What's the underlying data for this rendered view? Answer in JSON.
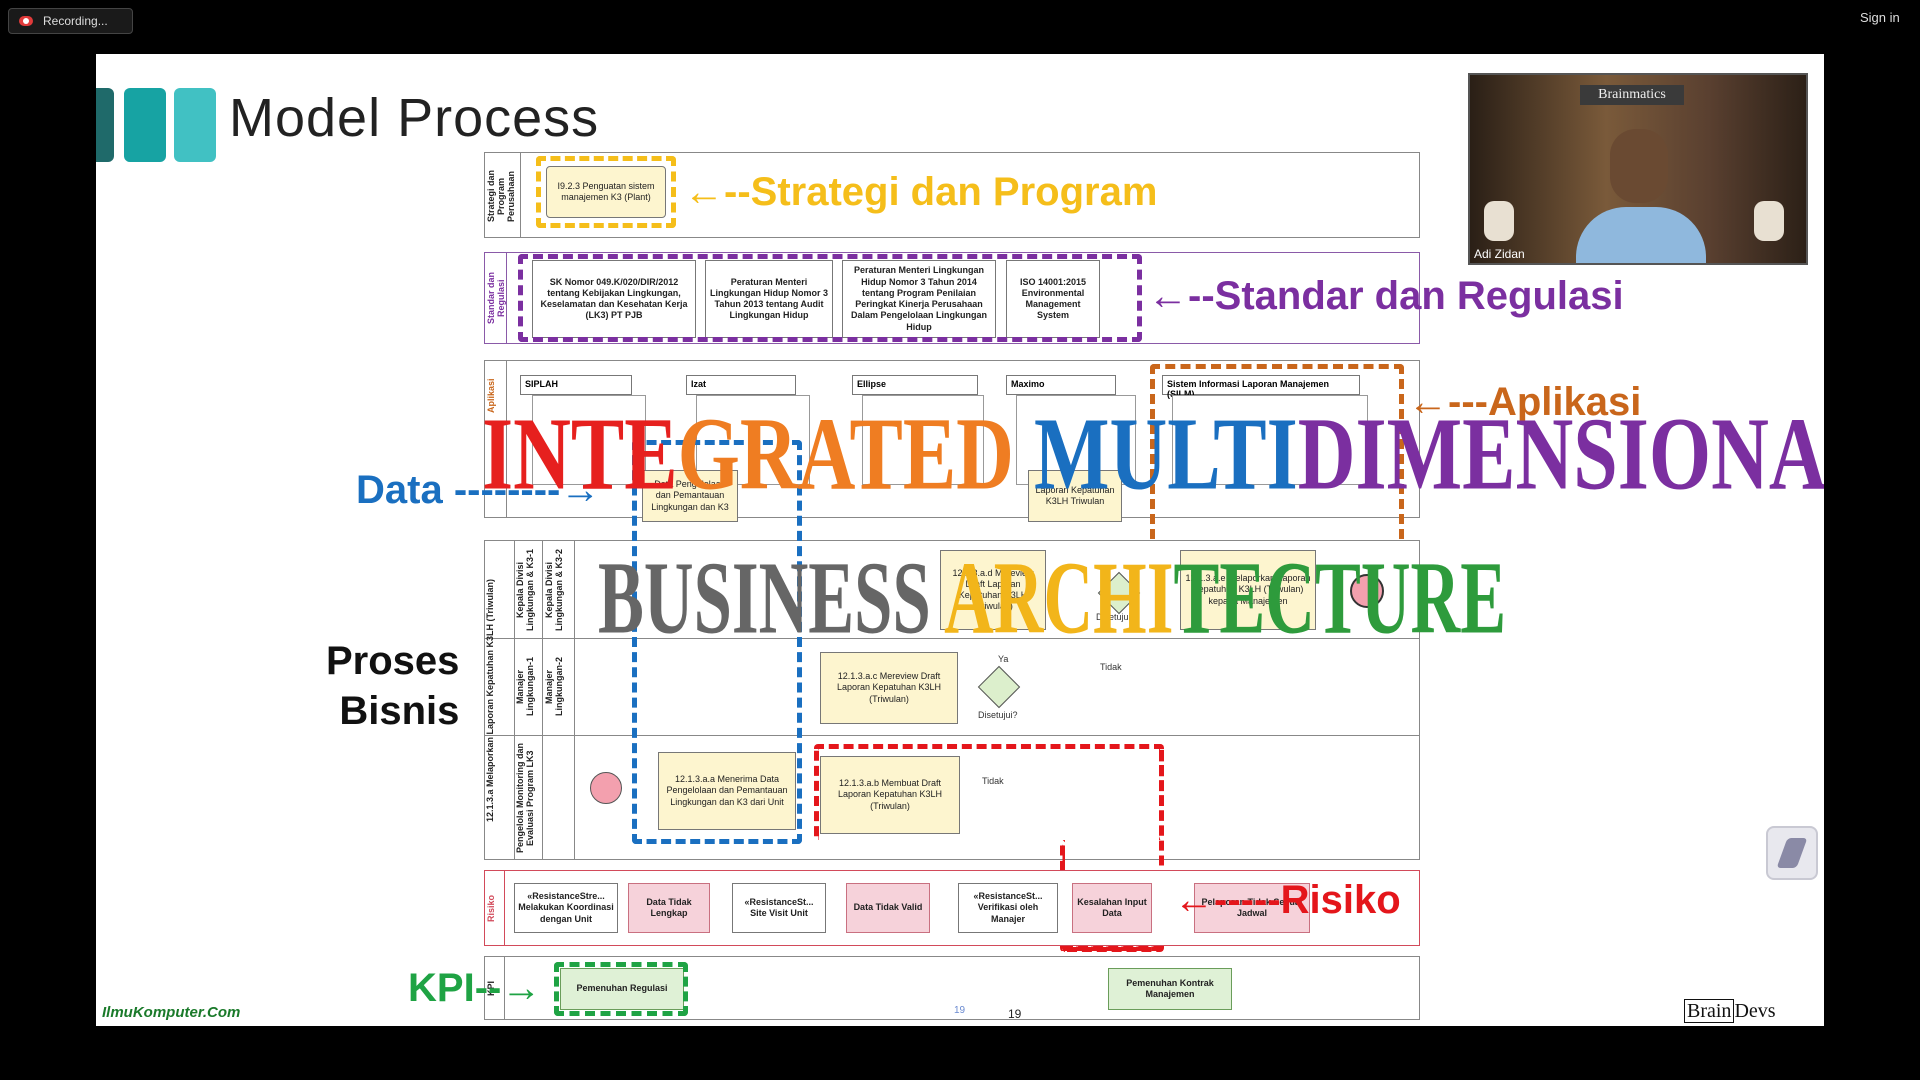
{
  "recording": {
    "label": "Recording..."
  },
  "signin": {
    "label": "Sign in"
  },
  "slide": {
    "title": "Model Process",
    "lanes": {
      "strategi": "Strategi dan Program Perusahaan",
      "standar": "Standar dan Regulasi",
      "aplikasi": "Aplikasi",
      "proses_main": "12.1.3.a Melaporkan Laporan Kepatuhan K3LH (Triwulan)",
      "kepala_divisi_1": "Kepala Divisi Lingkungan & K3-1",
      "kepala_divisi_2": "Kepala Divisi Lingkungan & K3-2",
      "manajer_1": "Manajer Lingkungan-1",
      "manajer_2": "Manajer Lingkungan-2",
      "pengelola": "Pengelola Monitoring dan Evaluasi Program LK3",
      "risiko": "Risiko",
      "kpi": "KPI"
    },
    "strategi_box": "I9.2.3 Penguatan sistem manajemen K3 (Plant)",
    "standar_boxes": [
      "SK Nomor 049.K/020/DIR/2012 tentang Kebijakan Lingkungan, Keselamatan dan Kesehatan Kerja (LK3) PT PJB",
      "Peraturan Menteri Lingkungan Hidup Nomor 3 Tahun 2013 tentang Audit Lingkungan Hidup",
      "Peraturan Menteri Lingkungan Hidup Nomor 3 Tahun 2014 tentang Program Penilaian Peringkat Kinerja Perusahaan Dalam Pengelolaan Lingkungan Hidup",
      "ISO 14001:2015 Environmental Management System"
    ],
    "apps": [
      "SIPLAH",
      "Izat",
      "Ellipse",
      "Maximo",
      "Sistem Informasi Laporan Manajemen (SILM)"
    ],
    "data_boxes": {
      "data_pengelolaan": "Data Pengelolaan dan Pemantauan Lingkungan dan K3",
      "laporan_kepatuhan": "Laporan Kepatuhan K3LH Triwulan"
    },
    "process_boxes": {
      "review_kepala": "12.1.3.a.d Mereview Draft Laporan Kepatuhan K3LH (Triwulan)",
      "melaporkan": "12.1.3.a.e Melaporkan Laporan Kepatuhan K3LH (Triwulan) kepada Manajemen",
      "review_manajer": "12.1.3.a.c Mereview Draft Laporan Kepatuhan K3LH (Triwulan)",
      "menerima": "12.1.3.a.a Menerima Data Pengelolaan dan Pemantauan Lingkungan dan K3 dari Unit",
      "membuat": "12.1.3.a.b Membuat Draft Laporan Kepatuhan K3LH (Triwulan)"
    },
    "gateway_labels": {
      "ya": "Ya",
      "tidak1": "Tidak",
      "tidak2": "Tidak",
      "disetujui1": "Disetujui?",
      "disetujui2": "Disetujui?"
    },
    "risk_boxes": [
      {
        "text": "«ResistanceStre... Melakukan Koordinasi dengan Unit",
        "type": "white"
      },
      {
        "text": "Data Tidak Lengkap",
        "type": "pink"
      },
      {
        "text": "«ResistanceSt... Site Visit Unit",
        "type": "white"
      },
      {
        "text": "Data Tidak Valid",
        "type": "pink"
      },
      {
        "text": "«ResistanceSt... Verifikasi oleh Manajer",
        "type": "white"
      },
      {
        "text": "Kesalahan Input Data",
        "type": "pink"
      },
      {
        "text": "Pelaporan Tidak Sesuai Jadwal",
        "type": "pink"
      }
    ],
    "kpi_boxes": [
      "Pemenuhan Regulasi",
      "Pemenuhan Kontrak Manajemen"
    ],
    "callouts": {
      "strategi": "Strategi dan Program",
      "standar": "Standar dan Regulasi",
      "aplikasi": "Aplikasi",
      "data": "Data",
      "proses": "Proses",
      "bisnis": "Bisnis",
      "risiko": "Risiko",
      "kpi": "KPI"
    },
    "overlay": {
      "line1_words": [
        {
          "text": "INTE",
          "color": "#e6201e"
        },
        {
          "text": "GRATED",
          "color": "#ef7d22"
        },
        {
          "text": " ",
          "color": "#000"
        },
        {
          "text": "MULTI",
          "color": "#1a6fc0"
        },
        {
          "text": "DIMENSIONAL",
          "color": "#7b2fa0"
        }
      ],
      "line2_words": [
        {
          "text": "BUSINESS",
          "color": "#666666"
        },
        {
          "text": " ",
          "color": "#000"
        },
        {
          "text": "ARCHI",
          "color": "#f2b51a"
        },
        {
          "text": "TECTURE",
          "color": "#2e9b3c"
        }
      ]
    },
    "footer_left": "IlmuKomputer.Com",
    "page_number": "19",
    "page_number_small": "19",
    "footer_right_brain": "Brain",
    "footer_right_devs": "Devs"
  },
  "camera": {
    "brand": "Brainmatics",
    "name": "Adi Zidan"
  },
  "colors": {
    "strategi": "#f5be1a",
    "standar": "#7b2fa0",
    "aplikasi": "#c9661b",
    "data": "#1a6fc0",
    "risiko": "#e4161b",
    "kpi": "#1fa344"
  }
}
